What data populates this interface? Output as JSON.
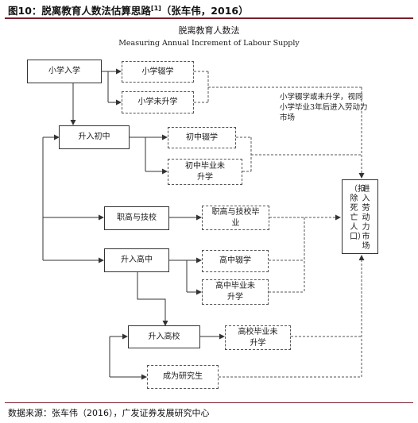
{
  "figure": {
    "title": "图10：脱离教育人数法估算思路",
    "ref": "[1]",
    "title_suffix": "（张车伟，2016）",
    "source": "数据来源：张车伟（2016），广发证券发展研究中心"
  },
  "diagram": {
    "title": "脱离教育人数法",
    "subtitle": "Measuring Annual Increment of Labour Supply",
    "nodes": {
      "primary_enroll": "小学入学",
      "primary_dropout": "小学辍学",
      "primary_nopromote": "小学未升学",
      "junior_enroll": "升入初中",
      "junior_dropout": "初中辍学",
      "junior_nopromote": "初中毕业未升学",
      "vocational": "职高与技校",
      "vocational_grad": "职高与技校毕业",
      "senior_enroll": "升入高中",
      "senior_dropout": "高中辍学",
      "senior_nopromote": "高中毕业未升学",
      "college_enroll": "升入高校",
      "college_grad": "高校毕业未升学",
      "grad_student": "成为研究生"
    },
    "labor_market_main": "进入劳动力市场",
    "labor_market_note": "（扣除死亡人口）",
    "note": "小学辍学或未升学，视同小学毕业3年后进入劳动力市场"
  }
}
